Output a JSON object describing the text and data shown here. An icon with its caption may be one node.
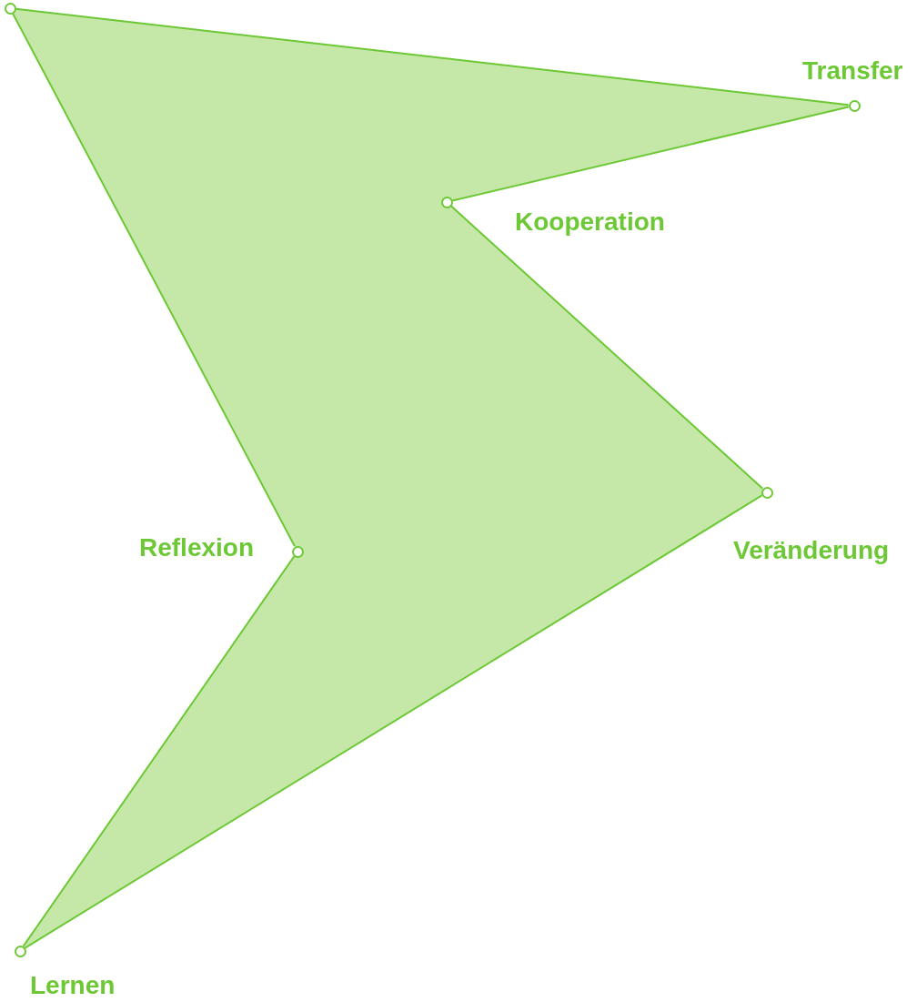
{
  "diagram": {
    "nodes": [
      {
        "text": [],
        "shape": "circle"
      },
      {
        "text": [],
        "shape": "circle",
        "beside": [
          "Transfer"
        ]
      },
      {
        "text": [],
        "shape": "circle",
        "beside": [
          "Kooperation"
        ]
      },
      {
        "text": [],
        "shape": "circle",
        "beside": [
          "Veränderung"
        ]
      },
      {
        "text": [],
        "shape": "circle",
        "beside": [
          "Lernen"
        ]
      },
      {
        "text": [],
        "shape": "circle",
        "beside": [
          "Reflexion"
        ]
      }
    ],
    "edges": [
      {
        "from": 0,
        "to": 1,
        "arrow": "none"
      },
      {
        "from": 1,
        "to": 2,
        "arrow": "none"
      },
      {
        "from": 2,
        "to": 3,
        "arrow": "none"
      },
      {
        "from": 3,
        "to": 4,
        "arrow": "none"
      },
      {
        "from": 4,
        "to": 5,
        "arrow": "none"
      },
      {
        "from": 5,
        "to": 0,
        "arrow": "none"
      }
    ]
  }
}
